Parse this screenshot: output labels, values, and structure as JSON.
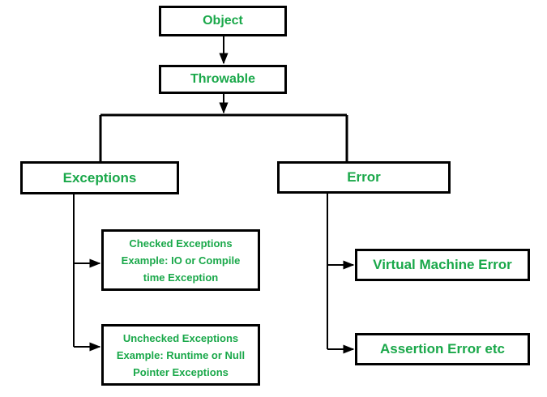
{
  "diagram": {
    "object": "Object",
    "throwable": "Throwable",
    "exceptions": "Exceptions",
    "error": "Error",
    "checked": {
      "line1": "Checked Exceptions",
      "line2": "Example: IO or Compile",
      "line3": "time Exception"
    },
    "unchecked": {
      "line1": "Unchecked Exceptions",
      "line2": "Example: Runtime or Null",
      "line3": "Pointer Exceptions"
    },
    "virtual_machine_error": "Virtual Machine Error",
    "assertion_error": "Assertion Error etc"
  },
  "colors": {
    "text": "#1aa84a",
    "lines": "#000000",
    "background": "#ffffff"
  }
}
